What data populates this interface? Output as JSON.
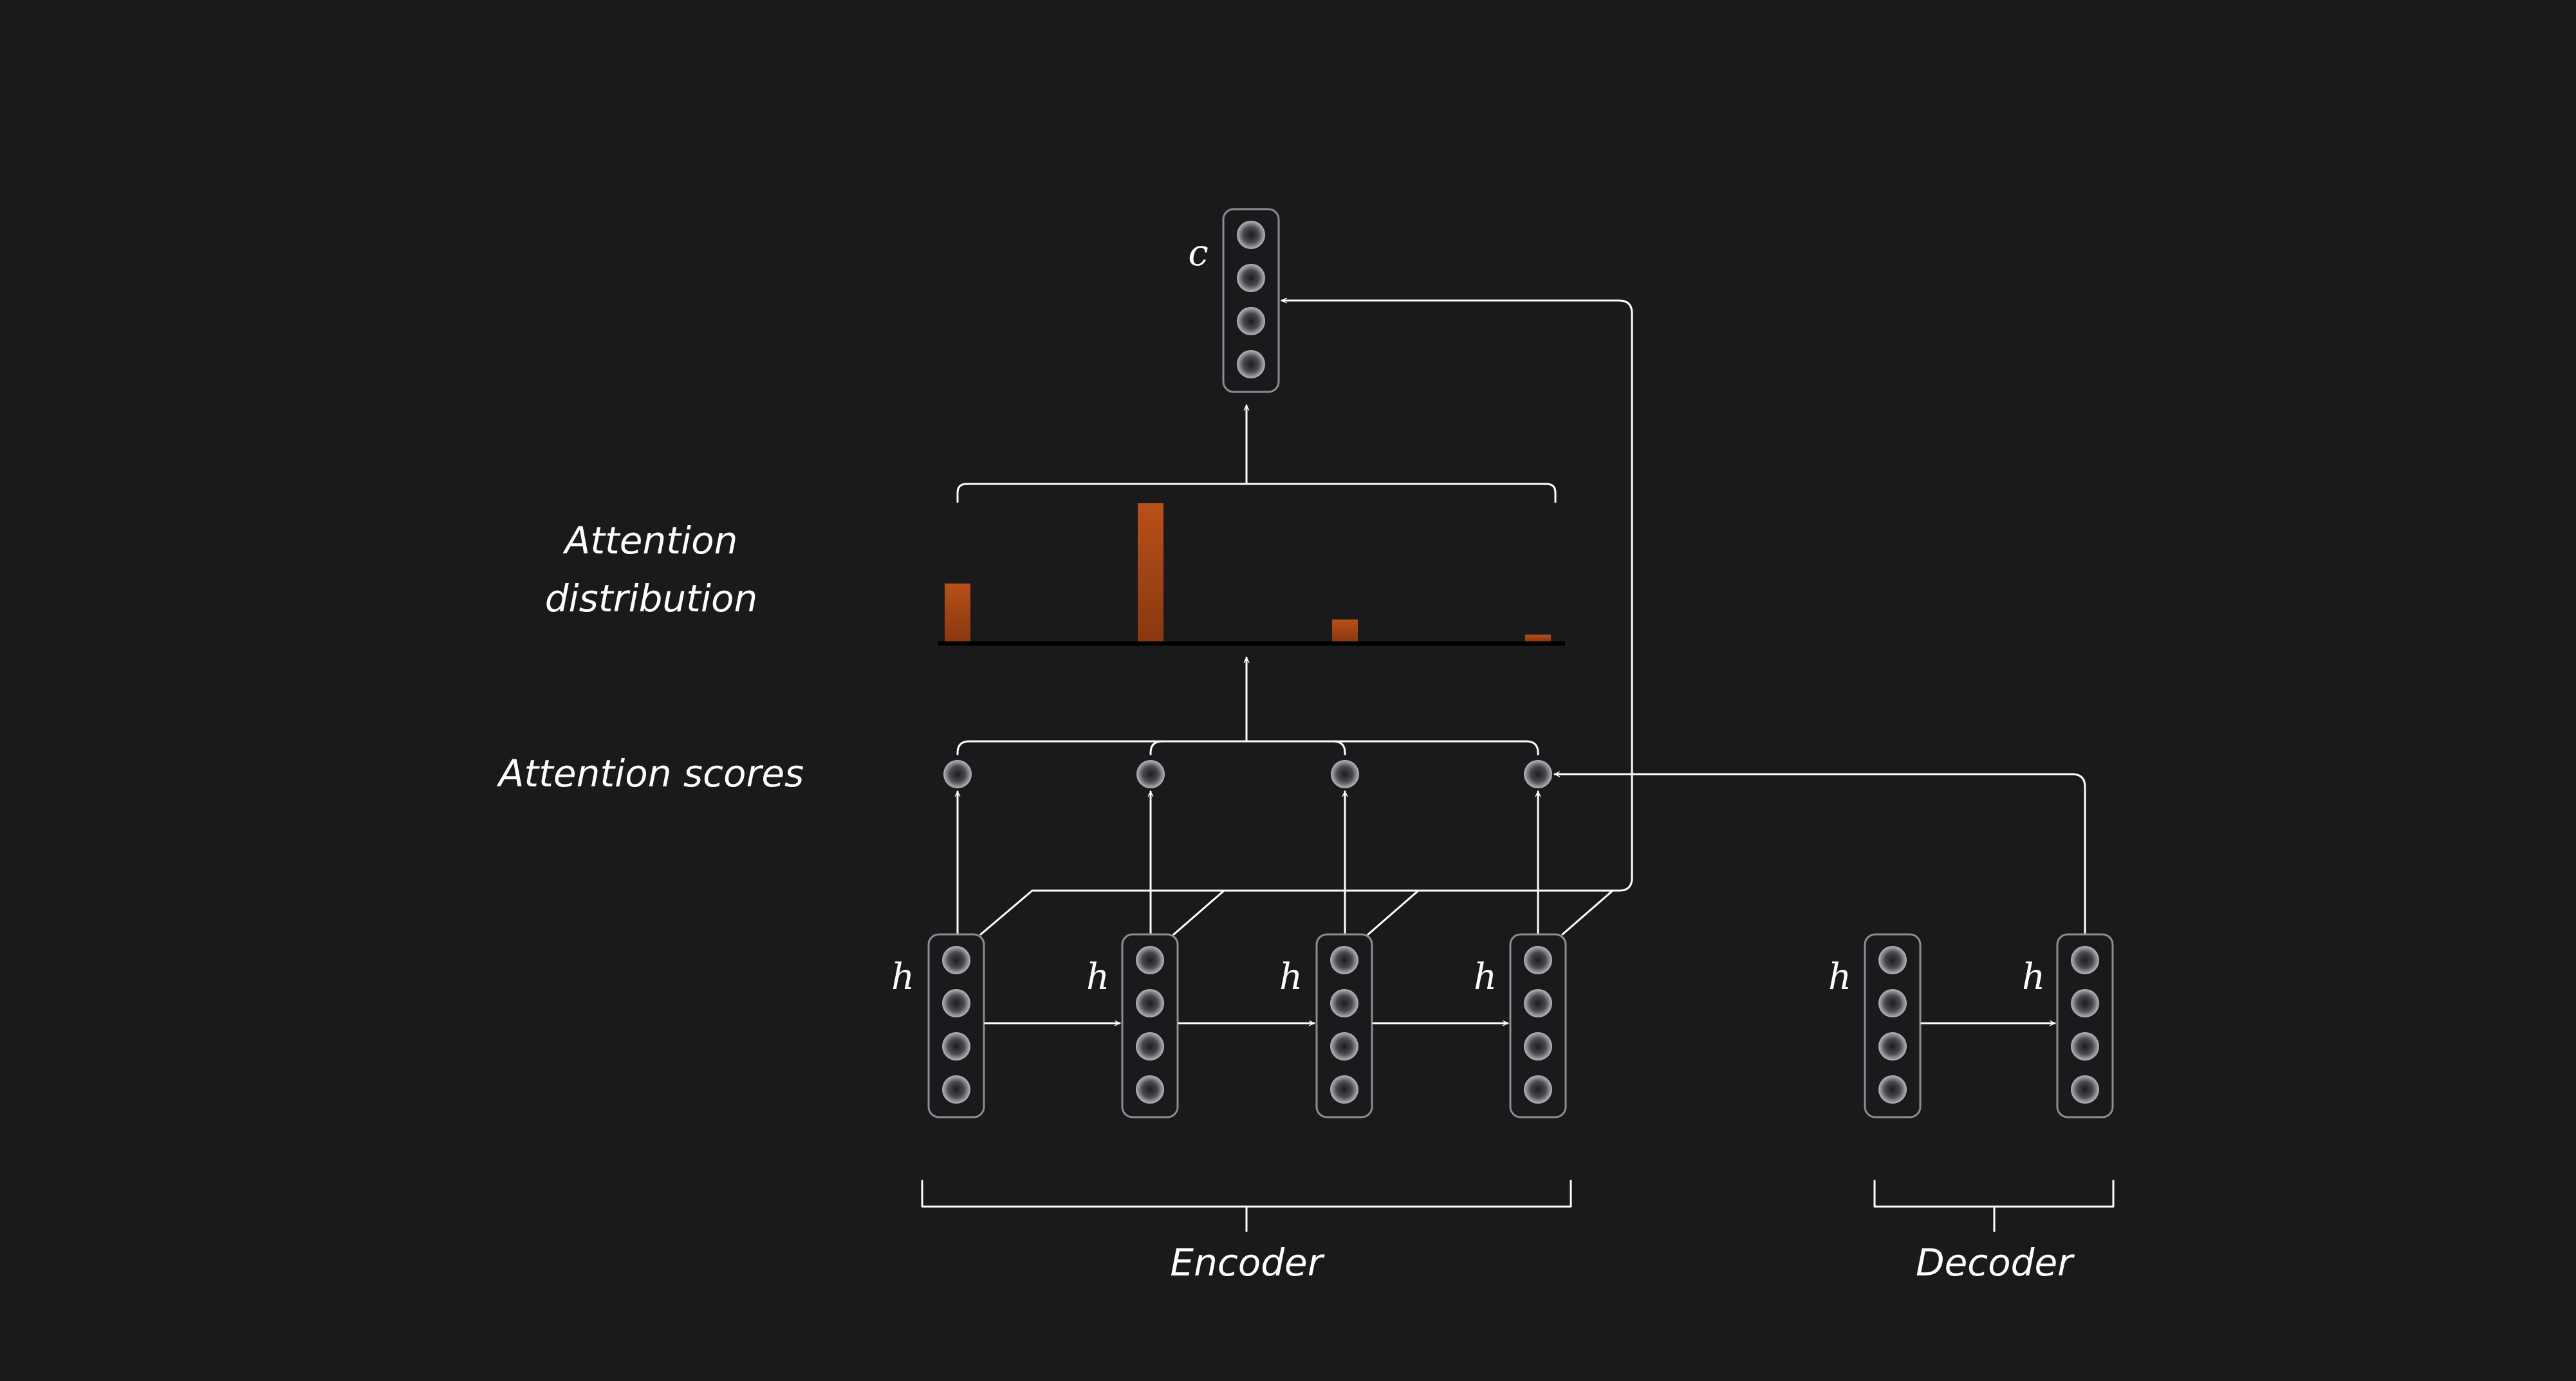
{
  "labels": {
    "attention_distribution_line1": "Attention",
    "attention_distribution_line2": "distribution",
    "attention_scores": "Attention scores",
    "encoder": "Encoder",
    "decoder": "Decoder",
    "context_var": "c",
    "hidden_var": "h"
  },
  "colors": {
    "background": "#1a1a1c",
    "line": "#ffffff",
    "bar": "#b24a14",
    "box_border": "#8e8e92"
  },
  "chart_data": {
    "type": "bar",
    "categories": [
      "",
      "",
      "",
      ""
    ],
    "values": [
      0.42,
      1.0,
      0.16,
      0.05
    ],
    "ylim": [
      0,
      1
    ],
    "title": "",
    "xlabel": "",
    "ylabel": ""
  }
}
